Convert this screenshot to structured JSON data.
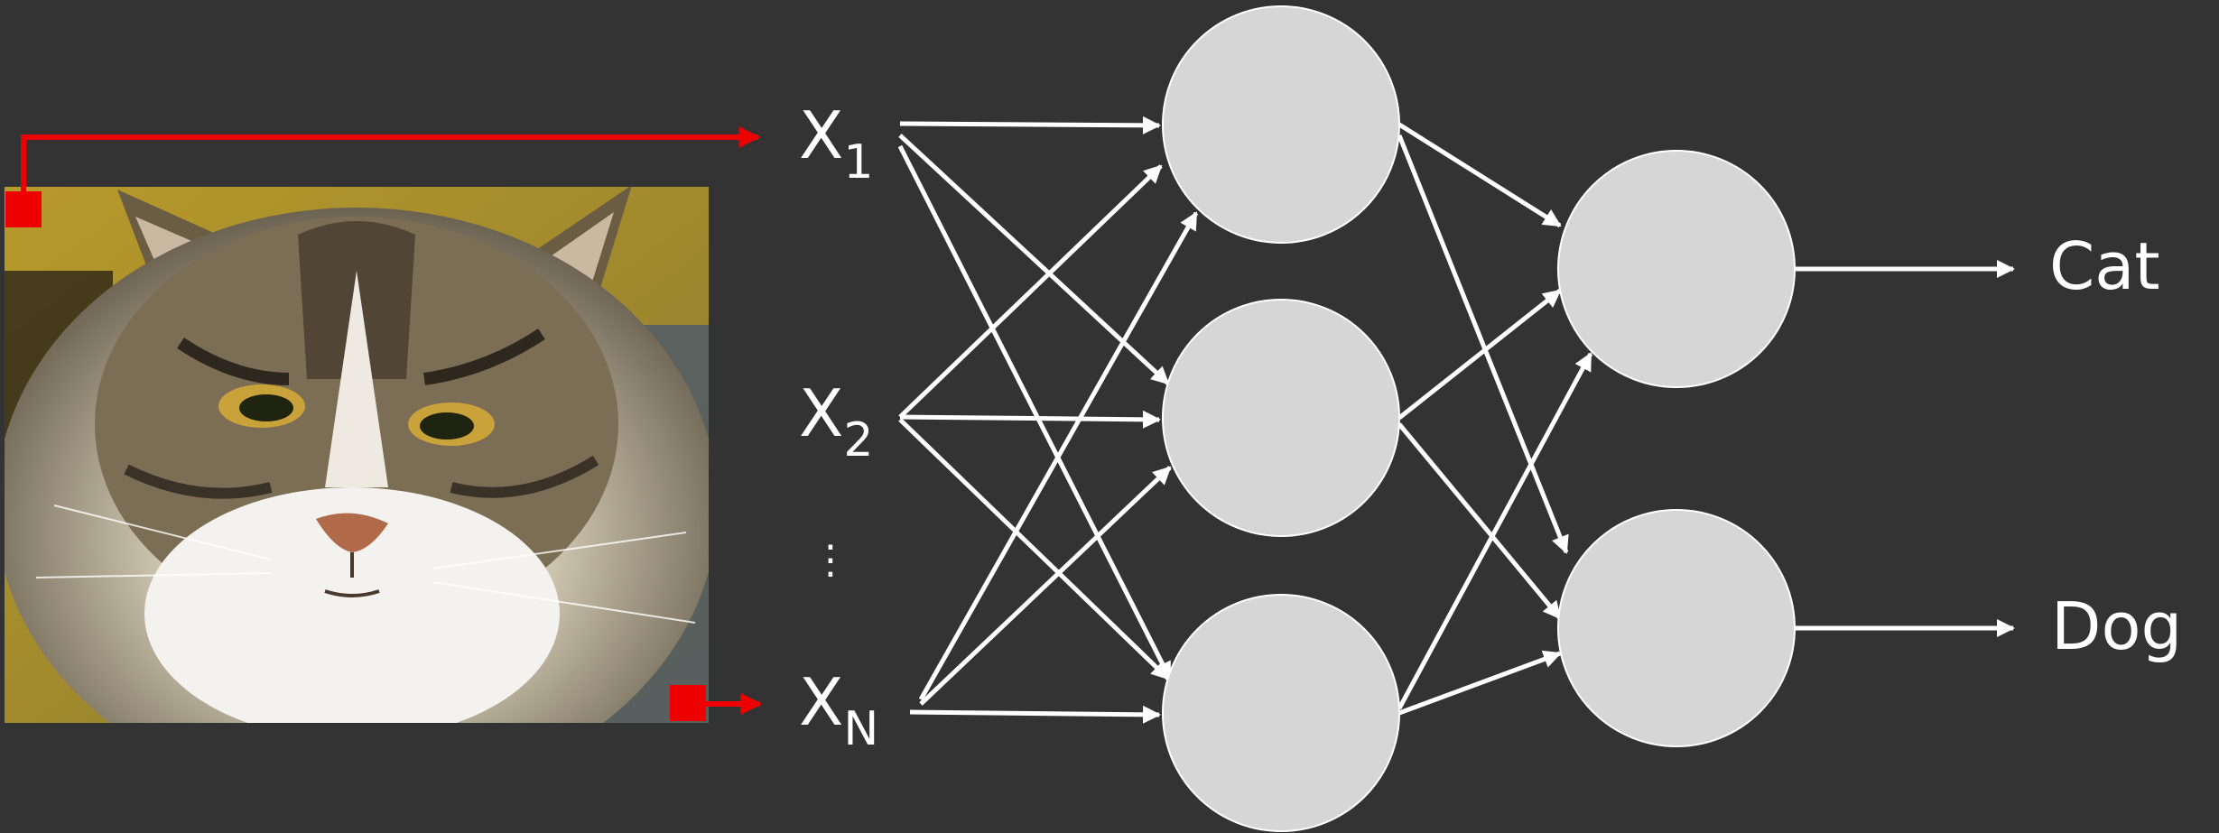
{
  "diagram": {
    "inputs": [
      {
        "main": "X",
        "sub": "1"
      },
      {
        "main": "X",
        "sub": "2"
      },
      {
        "main": "X",
        "sub": "N"
      }
    ],
    "ellipsis": "⋮",
    "outputs": [
      "Cat",
      "Dog"
    ],
    "image_subject": "cat-photo",
    "colors": {
      "background": "#333333",
      "neuron_fill": "#d6d6d6",
      "edge": "#ffffff",
      "pixel_marker": "#ee0000",
      "text": "#ffffff"
    }
  }
}
